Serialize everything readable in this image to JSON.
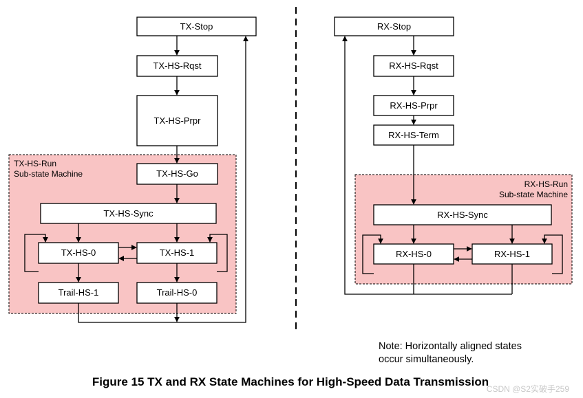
{
  "tx": {
    "stop": "TX-Stop",
    "rqst": "TX-HS-Rqst",
    "prpr": "TX-HS-Prpr",
    "submachine_line1": "TX-HS-Run",
    "submachine_line2": "Sub-state Machine",
    "go": "TX-HS-Go",
    "sync": "TX-HS-Sync",
    "hs0": "TX-HS-0",
    "hs1": "TX-HS-1",
    "trail1": "Trail-HS-1",
    "trail0": "Trail-HS-0"
  },
  "rx": {
    "stop": "RX-Stop",
    "rqst": "RX-HS-Rqst",
    "prpr": "RX-HS-Prpr",
    "term": "RX-HS-Term",
    "submachine_line1": "RX-HS-Run",
    "submachine_line2": "Sub-state Machine",
    "sync": "RX-HS-Sync",
    "hs0": "RX-HS-0",
    "hs1": "RX-HS-1"
  },
  "note": {
    "line1": "Note: Horizontally aligned states",
    "line2": "occur simultaneously."
  },
  "caption": "Figure 15 TX and RX State Machines for High-Speed Data Transmission",
  "watermark": "CSDN @S2实破手259"
}
